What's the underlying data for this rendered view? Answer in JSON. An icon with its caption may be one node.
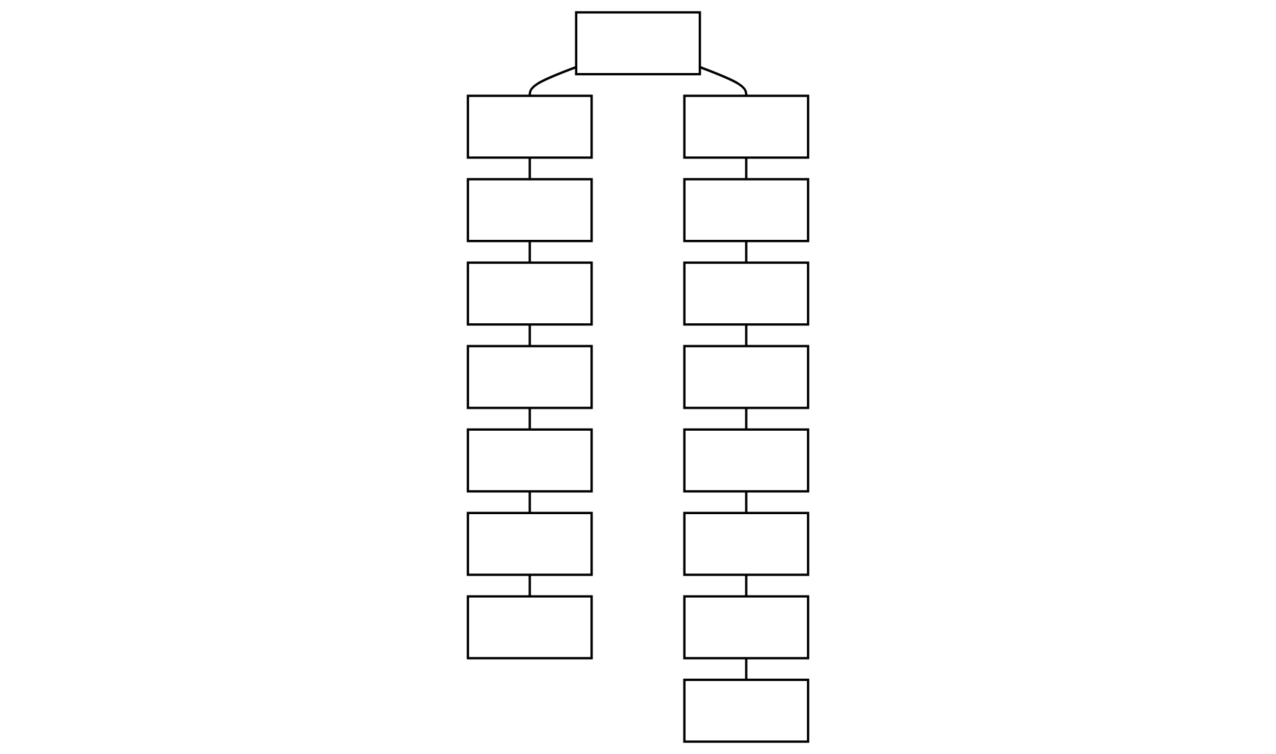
{
  "diagram": {
    "nodes": [
      {
        "text": [],
        "shape": "box"
      },
      {
        "text": [],
        "shape": "box"
      },
      {
        "text": [],
        "shape": "box"
      },
      {
        "text": [],
        "shape": "box"
      },
      {
        "text": [],
        "shape": "box"
      },
      {
        "text": [],
        "shape": "box"
      },
      {
        "text": [],
        "shape": "box"
      },
      {
        "text": [],
        "shape": "box"
      },
      {
        "text": [],
        "shape": "box"
      },
      {
        "text": [],
        "shape": "box"
      },
      {
        "text": [],
        "shape": "box"
      },
      {
        "text": [],
        "shape": "box"
      },
      {
        "text": [],
        "shape": "box"
      },
      {
        "text": [],
        "shape": "box"
      },
      {
        "text": [],
        "shape": "box"
      },
      {
        "text": [],
        "shape": "box"
      }
    ],
    "edges": [
      {
        "from": 0,
        "to": 1,
        "arrow": "none"
      },
      {
        "from": 0,
        "to": 2,
        "arrow": "none"
      },
      {
        "from": 1,
        "to": 3,
        "arrow": "none"
      },
      {
        "from": 3,
        "to": 4,
        "arrow": "none"
      },
      {
        "from": 4,
        "to": 5,
        "arrow": "none"
      },
      {
        "from": 5,
        "to": 6,
        "arrow": "none"
      },
      {
        "from": 6,
        "to": 7,
        "arrow": "none"
      },
      {
        "from": 7,
        "to": 8,
        "arrow": "none"
      },
      {
        "from": 2,
        "to": 9,
        "arrow": "none"
      },
      {
        "from": 9,
        "to": 10,
        "arrow": "none"
      },
      {
        "from": 10,
        "to": 11,
        "arrow": "none"
      },
      {
        "from": 11,
        "to": 12,
        "arrow": "none"
      },
      {
        "from": 12,
        "to": 13,
        "arrow": "none"
      },
      {
        "from": 13,
        "to": 14,
        "arrow": "none"
      },
      {
        "from": 14,
        "to": 15,
        "arrow": "none"
      }
    ]
  }
}
